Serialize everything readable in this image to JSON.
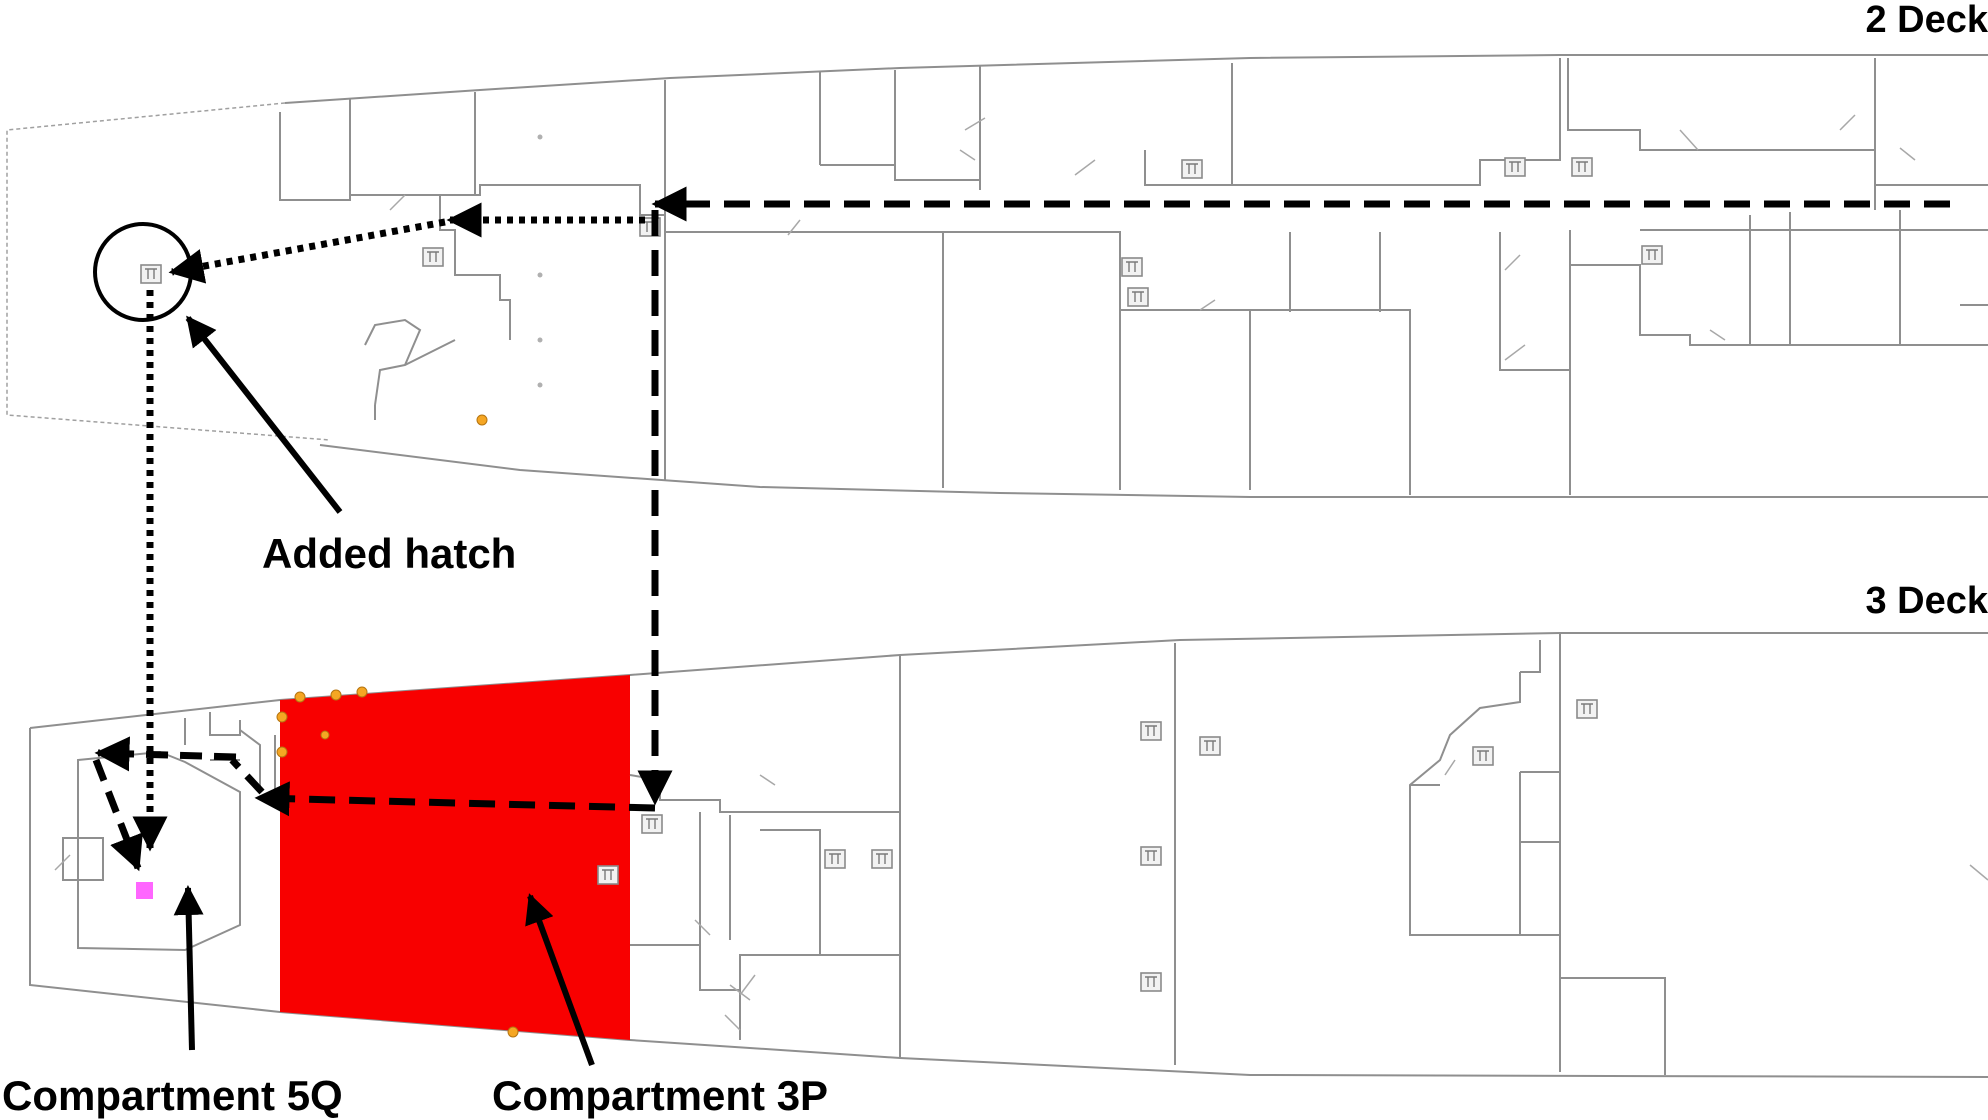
{
  "decks": {
    "upper": {
      "label": "2 Deck"
    },
    "lower": {
      "label": "3 Deck"
    }
  },
  "annotations": {
    "added_hatch": "Added hatch",
    "compartment_5q": "Compartment 5Q",
    "compartment_3p": "Compartment 3P"
  },
  "colors": {
    "compartment_3p_fill": "#f80000",
    "compartment_5q_marker": "#ff66ff",
    "wall": "#8f8f8f",
    "route_line": "#000000",
    "node_marker": "#f5a623"
  },
  "icons": {
    "hatch": "square-hatch-icon",
    "callout_circle": "circle-outline-icon"
  }
}
